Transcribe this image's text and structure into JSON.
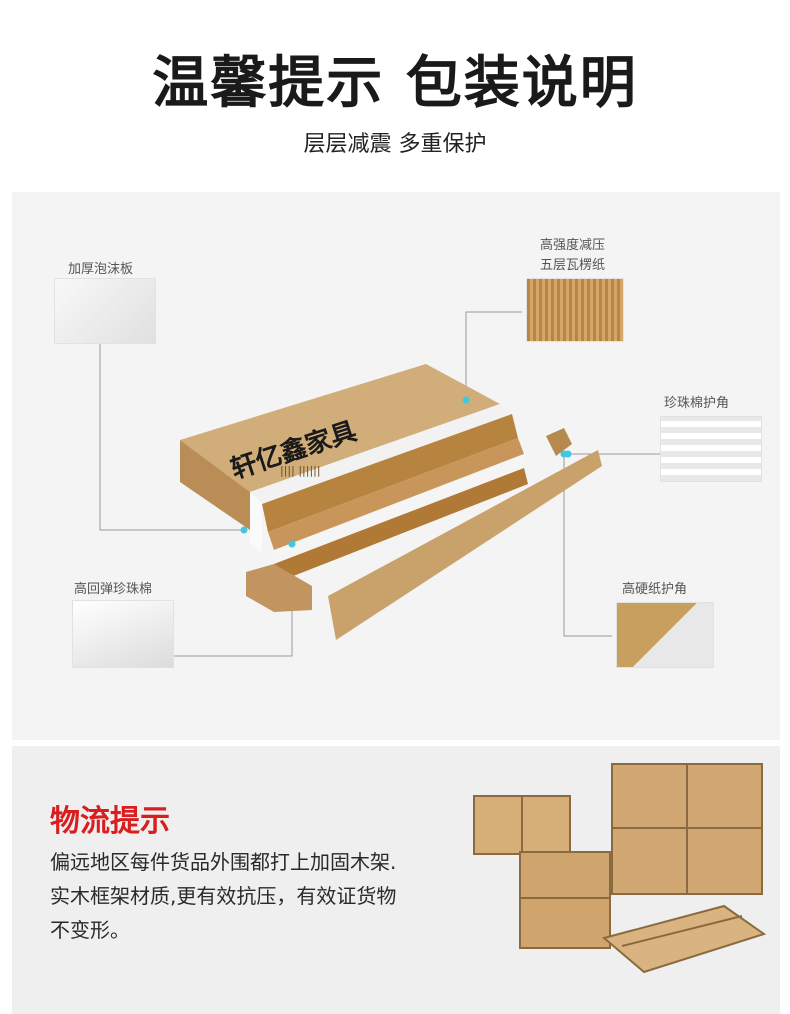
{
  "header": {
    "title": "温馨提示 包装说明",
    "subtitle": "层层减震 多重保护"
  },
  "diagram": {
    "brand_text": "轩亿鑫家具",
    "materials": [
      {
        "label": "加厚泡沫板"
      },
      {
        "label": "高强度减压"
      },
      {
        "label": "五层瓦楞纸"
      },
      {
        "label": "珍珠棉护角"
      },
      {
        "label": "高回弹珍珠棉"
      },
      {
        "label": "高硬纸护角"
      }
    ],
    "colors": {
      "cardboard": "#c9a26b",
      "foam": "#ffffff",
      "line": "#9a9a9a",
      "dot": "#3fc8e0"
    }
  },
  "logistics": {
    "heading": "物流提示",
    "lines": [
      "偏远地区每件货品外围都打上加固木架.",
      "实木框架材质,更有效抗压，有效证货物",
      "不变形。"
    ],
    "accent": "#d81e1e"
  }
}
